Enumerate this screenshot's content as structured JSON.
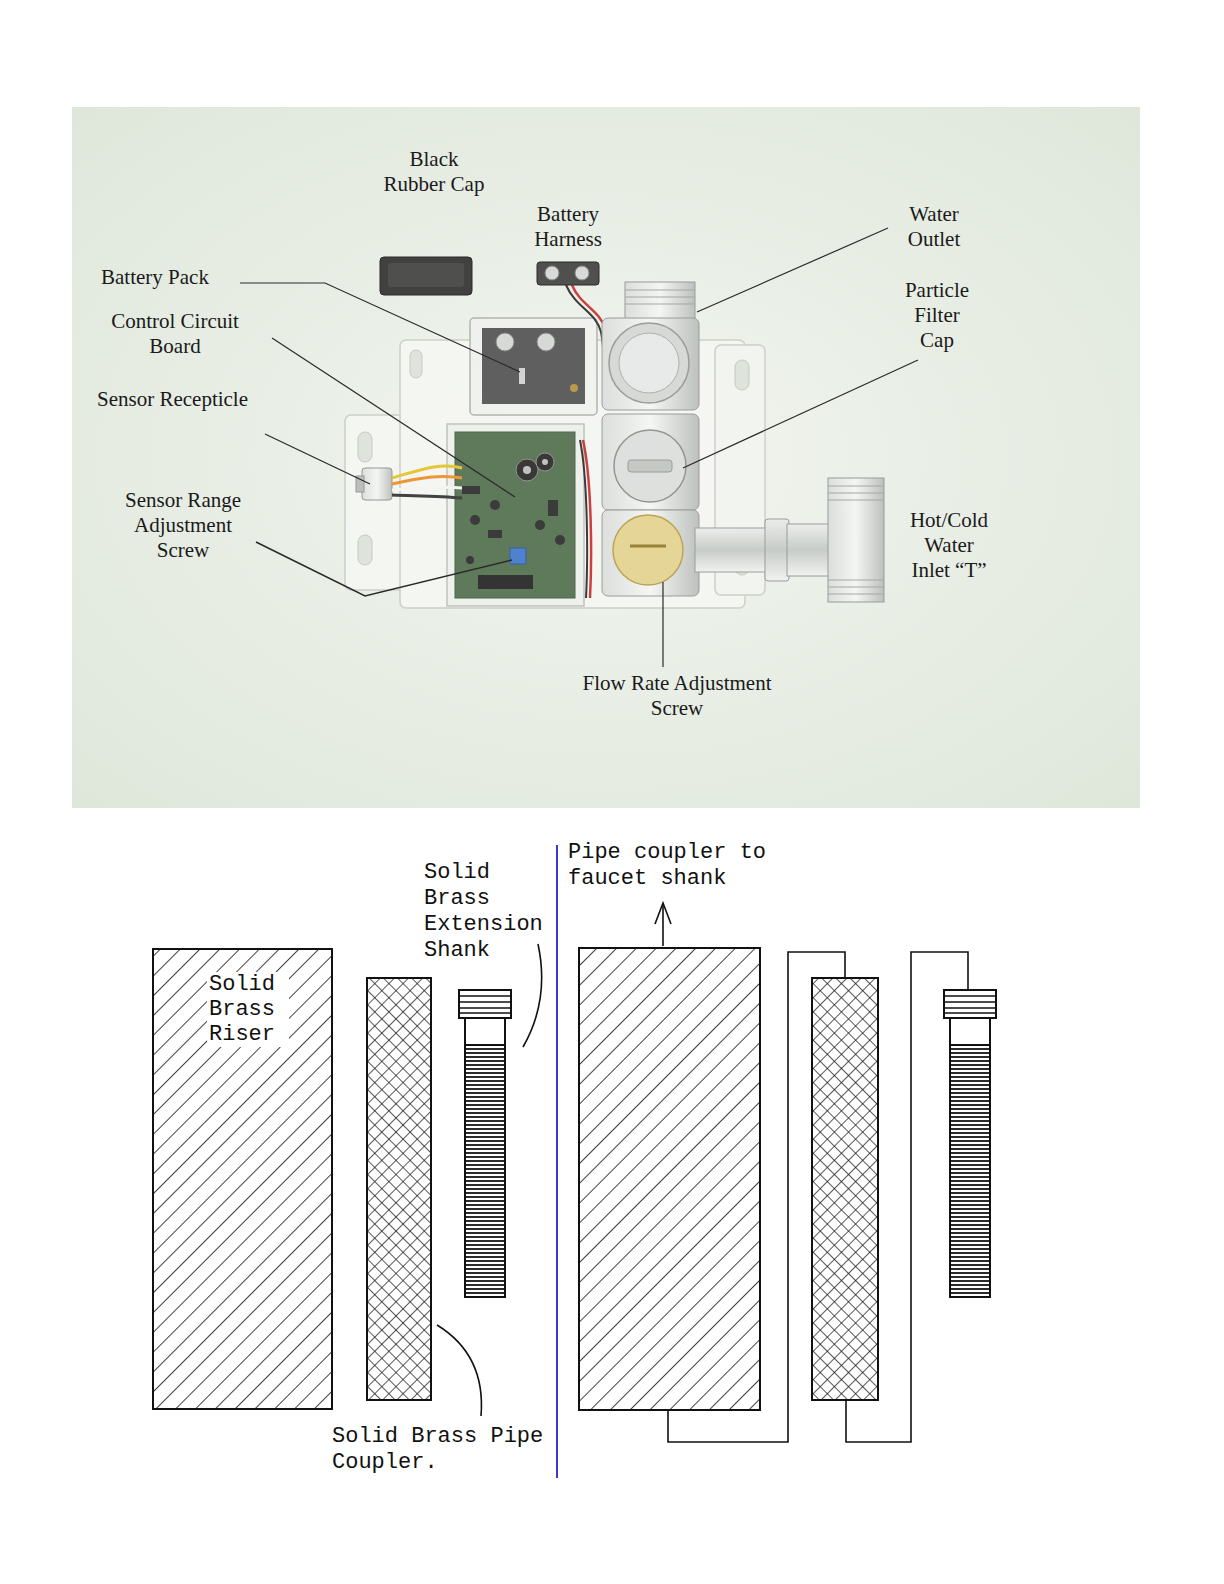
{
  "diagram": {
    "nodes": [
      {
        "text": [
          "Solid Brass Riser"
        ]
      }
    ],
    "labels": [
      "Black Rubber Cap",
      "Battery Harness",
      "Water Outlet",
      "Battery Pack",
      "Particle Filter Cap",
      "Control Circuit Board",
      "Sensor Recepticle",
      "Sensor Range Adjustment Screw",
      "Hot/Cold Water Inlet “T”",
      "Flow Rate Adjustment Screw",
      "Solid Brass Extension Shank",
      "Pipe coupler to faucet shank",
      "Solid Brass Pipe Coupler."
    ]
  }
}
